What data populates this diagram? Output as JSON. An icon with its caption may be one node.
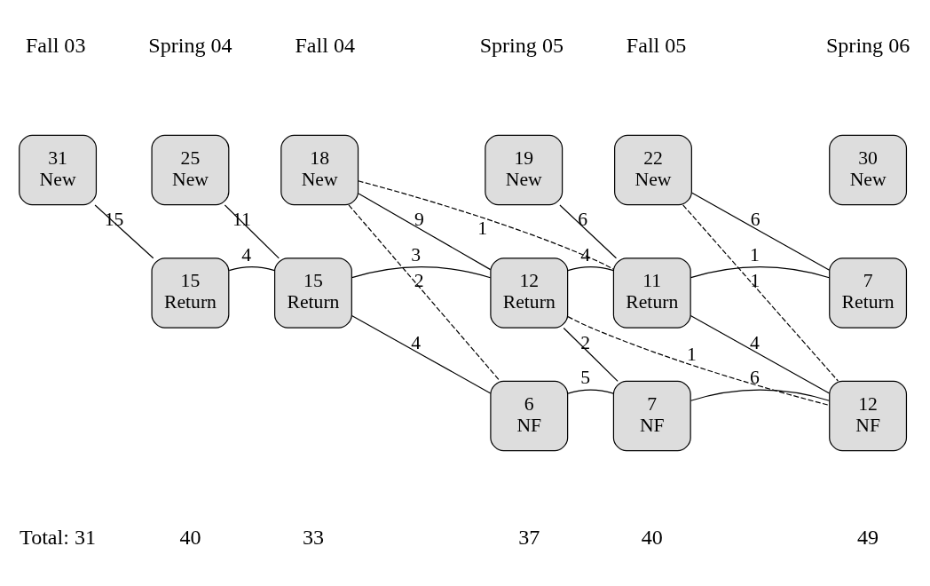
{
  "diagram": {
    "nodes": [
      {
        "text": [
          "31",
          "New"
        ]
      },
      {
        "text": [
          "25",
          "New"
        ]
      },
      {
        "text": [
          "18",
          "New"
        ]
      },
      {
        "text": [
          "19",
          "New"
        ]
      },
      {
        "text": [
          "22",
          "New"
        ]
      },
      {
        "text": [
          "30",
          "New"
        ]
      },
      {
        "text": [
          "15",
          "Return"
        ]
      },
      {
        "text": [
          "15",
          "Return"
        ]
      },
      {
        "text": [
          "12",
          "Return"
        ]
      },
      {
        "text": [
          "11",
          "Return"
        ]
      },
      {
        "text": [
          "7",
          "Return"
        ]
      },
      {
        "text": [
          "6",
          "NF"
        ]
      },
      {
        "text": [
          "7",
          "NF"
        ]
      },
      {
        "text": [
          "12",
          "NF"
        ]
      }
    ],
    "edges": [
      {
        "from": 0,
        "to": 6,
        "arrow": "none",
        "label": "15"
      },
      {
        "from": 1,
        "to": 7,
        "arrow": "none",
        "label": "11"
      },
      {
        "from": 6,
        "to": 7,
        "arrow": "none",
        "label": "4"
      },
      {
        "from": 2,
        "to": 8,
        "arrow": "none",
        "label": "9"
      },
      {
        "from": 2,
        "to": 9,
        "arrow": "none",
        "label": "1",
        "style": "dashed"
      },
      {
        "from": 2,
        "to": 11,
        "arrow": "none",
        "label": "2",
        "style": "dashed"
      },
      {
        "from": 7,
        "to": 8,
        "arrow": "none",
        "label": "3"
      },
      {
        "from": 7,
        "to": 11,
        "arrow": "none",
        "label": "4"
      },
      {
        "from": 3,
        "to": 9,
        "arrow": "none",
        "label": "6"
      },
      {
        "from": 8,
        "to": 9,
        "arrow": "none",
        "label": "4"
      },
      {
        "from": 8,
        "to": 12,
        "arrow": "none",
        "label": "2"
      },
      {
        "from": 8,
        "to": 13,
        "arrow": "none",
        "label": "1",
        "style": "dashed"
      },
      {
        "from": 4,
        "to": 10,
        "arrow": "none",
        "label": "6"
      },
      {
        "from": 4,
        "to": 13,
        "arrow": "none",
        "label": "1",
        "style": "dashed"
      },
      {
        "from": 9,
        "to": 10,
        "arrow": "none",
        "label": "1"
      },
      {
        "from": 9,
        "to": 13,
        "arrow": "none",
        "label": "4"
      },
      {
        "from": 11,
        "to": 12,
        "arrow": "none",
        "label": "5"
      },
      {
        "from": 12,
        "to": 13,
        "arrow": "none",
        "label": "6"
      }
    ],
    "labels": [
      "Fall 03",
      "Spring 04",
      "Fall 04",
      "Spring 05",
      "Fall 05",
      "Spring 06",
      "Total: 31",
      "40",
      "33",
      "37",
      "40",
      "49"
    ]
  }
}
